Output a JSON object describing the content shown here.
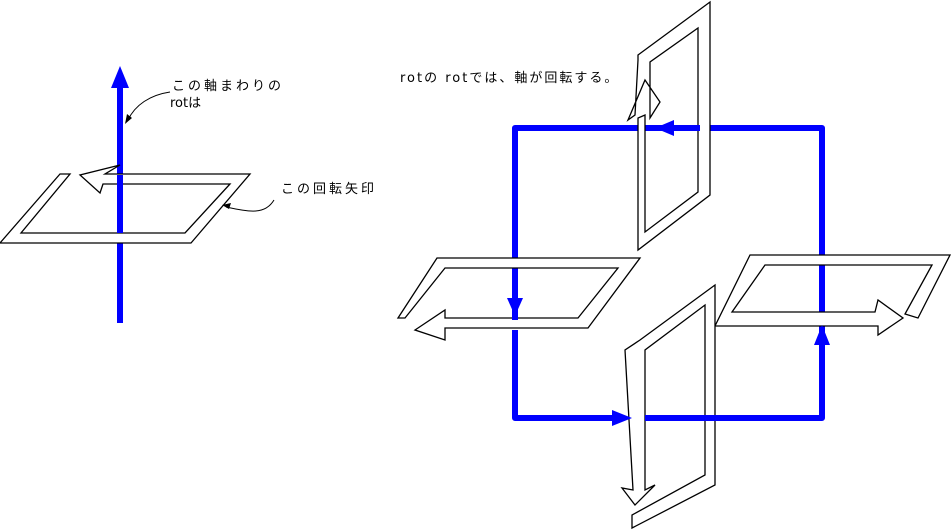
{
  "left_figure": {
    "axis_label_line1": "この軸まわりの",
    "axis_label_line2": "rotは",
    "arrow_label": "この回転矢印"
  },
  "right_figure": {
    "caption": "rotの rotでは、軸が回転する。"
  },
  "colors": {
    "axis": "#0000ff",
    "outline": "#000000"
  }
}
